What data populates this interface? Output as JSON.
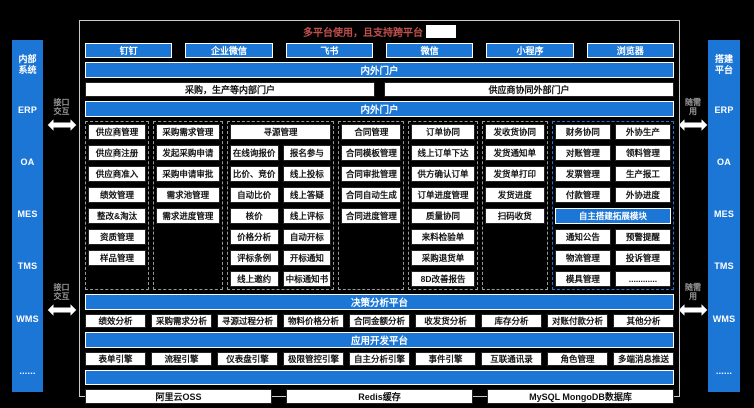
{
  "colors": {
    "blue": "#1b76d6",
    "title_red": "#c0504d"
  },
  "frame": {
    "title": "多平台使用，且支持跨平台",
    "apps": [
      "钉钉",
      "企业微信",
      "飞书",
      "微信",
      "小程序",
      "浏览器"
    ],
    "portal_bar": "内外门户",
    "portals": [
      "采购，生产等内部门户",
      "供应商协同外部门户"
    ],
    "modules_bar": "内外门户"
  },
  "left_sidebar": {
    "title": "内部系统",
    "items": [
      "ERP",
      "OA",
      "MES",
      "TMS",
      "WMS",
      "......"
    ]
  },
  "right_sidebar": {
    "title": "搭建平台",
    "items": [
      "ERP",
      "OA",
      "MES",
      "TMS",
      "WMS",
      "......"
    ]
  },
  "connectors": {
    "left_label": "接口交互",
    "right_label": "随需用"
  },
  "modules": {
    "supplier": [
      "供应商管理",
      "供应商注册",
      "供应商准入",
      "绩效管理",
      "整改&淘汰",
      "资质管理",
      "样品管理"
    ],
    "demand": [
      "采购需求管理",
      "发起采购申请",
      "采购申请审批",
      "需求池管理",
      "需求进度管理"
    ],
    "sourcing_header": "寻源管理",
    "sourcing_left": [
      "在线询报价",
      "比价、竞价",
      "自动比价",
      "核价",
      "价格分析",
      "评标条例",
      "线上邀约"
    ],
    "sourcing_right": [
      "报名参与",
      "线上投标",
      "线上答疑",
      "线上评标",
      "自动开标",
      "开标通知",
      "中标通知书"
    ],
    "contract": [
      "合同管理",
      "合同模板管理",
      "合同审批管理",
      "合同自动生成",
      "合同进度管理"
    ],
    "order": [
      "订单协同",
      "线上订单下达",
      "供方确认订单",
      "订单进度管理",
      "质量协同",
      "来料检验单",
      "采购退货单",
      "8D改善报告"
    ],
    "shipping": [
      "发收货协同",
      "发货通知单",
      "发货单打印",
      "发货进度",
      "扫码收货"
    ]
  },
  "extension": {
    "finance": [
      "财务协同",
      "对账管理",
      "发票管理",
      "付款管理"
    ],
    "outsourcing": [
      "外协生产",
      "领料管理",
      "生产报工",
      "外协进度"
    ],
    "bar": "自主搭建拓展模块",
    "more_left": [
      "通知公告",
      "物流管理",
      "模具管理"
    ],
    "more_right": [
      "预警提醒",
      "投诉管理",
      "............"
    ]
  },
  "analysis": {
    "bar": "决策分析平台",
    "items": [
      "绩效分析",
      "采购需求分析",
      "寻源过程分析",
      "物料价格分析",
      "合同金额分析",
      "收发货分析",
      "库存分析",
      "对账付款分析",
      "其他分析"
    ]
  },
  "dev": {
    "bar": "应用开发平台",
    "items": [
      "表单引擎",
      "流程引擎",
      "仪表盘引擎",
      "极限管控引擎",
      "自主分析引擎",
      "事件引擎",
      "互联通讯录",
      "角色管理",
      "多端消息推送"
    ]
  },
  "storage": [
    "阿里云OSS",
    "Redis缓存",
    "MySQL MongoDB数据库"
  ]
}
